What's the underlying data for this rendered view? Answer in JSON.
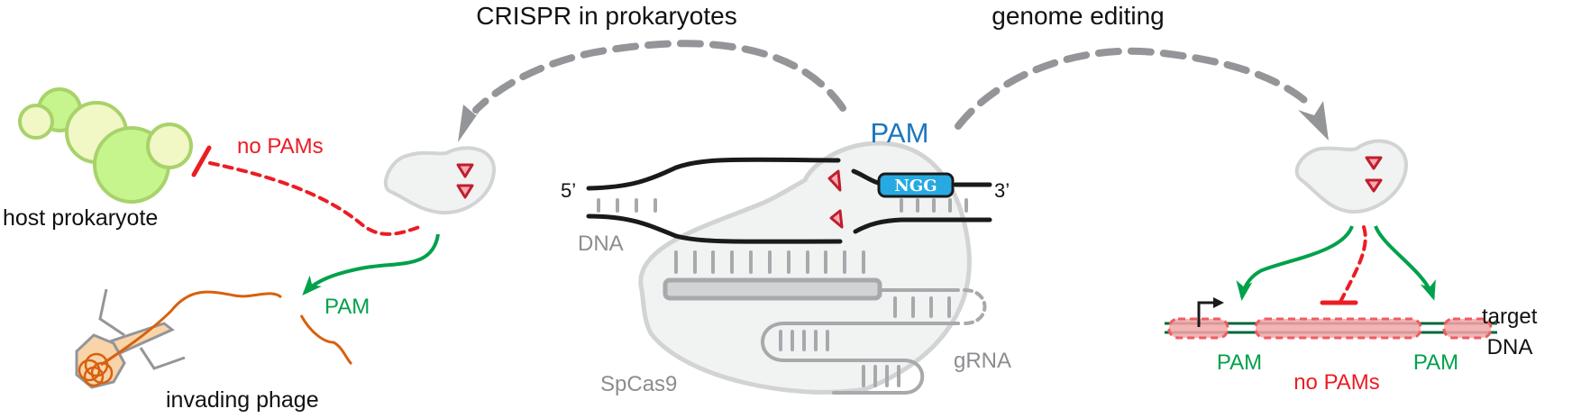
{
  "figure": {
    "subject": "CRISPR PAM recognition: prokaryotic immunity vs genome editing"
  },
  "headings": {
    "left": "CRISPR in prokaryotes",
    "right": "genome editing"
  },
  "center": {
    "pam_label": "PAM",
    "pam_sequence": "NGG",
    "five_prime": "5’",
    "three_prime": "3’",
    "dna_label": "DNA",
    "protein_label": "SpCas9",
    "grna_label": "gRNA"
  },
  "left_panel": {
    "host_label": "host prokaryote",
    "no_pam_label": "no PAMs",
    "pam_label": "PAM",
    "phage_label": "invading phage"
  },
  "right_panel": {
    "target_label_line1": "target",
    "target_label_line2": "DNA",
    "pam_left_label": "PAM",
    "pam_right_label": "PAM",
    "no_pam_label": "no PAMs"
  },
  "colors": {
    "text": "#111111",
    "gray_arrow": "#939598",
    "cas9_fill": "#f1f2f2",
    "cas9_stroke": "#d1d3d4",
    "grna": "#a7a9ac",
    "pam_blue": "#1b75bc",
    "ngg_box": "#27aae1",
    "cut_red": "#be1e2d",
    "cut_pink": "#f9a9b0",
    "inhibit_red": "#ec1c24",
    "activate_green": "#00a14b",
    "phage_orange": "#d7600f",
    "phage_fill": "#f9d4a8",
    "cell_green_dark": "#c6f58e",
    "cell_green_light": "#f1f7c5",
    "cell_stroke": "#a8d26a",
    "target_dna": "#006838",
    "region_fill": "#f4a6a8",
    "region_stroke": "#ef5c63"
  }
}
